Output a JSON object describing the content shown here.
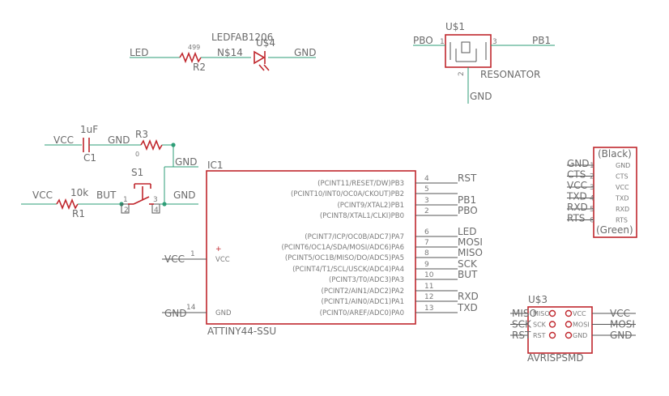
{
  "led_section": {
    "net_left": "LED",
    "res_value": "499",
    "res_name": "R2",
    "net_mid": "N$14",
    "led_value": "LEDFAB1206",
    "led_name": "U$4",
    "net_right": "GND"
  },
  "resonator": {
    "name": "U$1",
    "value": "RESONATOR",
    "net_left": "PBO",
    "net_right": "PB1",
    "net_bottom": "GND",
    "pin1": "1",
    "pin2": "2",
    "pin3": "3"
  },
  "cap_row": {
    "net_left": "VCC",
    "cap_value": "1uF",
    "cap_name": "C1",
    "net_mid": "GND",
    "res_name": "R3",
    "res_value": "0"
  },
  "button_row": {
    "net_left": "VCC",
    "res_value": "10k",
    "res_name": "R1",
    "net_mid": "BUT",
    "switch_name": "S1",
    "sw_p1": "1",
    "sw_p2": "2",
    "sw_p3": "3",
    "sw_p4": "4",
    "gnd_top": "GND",
    "gnd_right": "GND"
  },
  "ic": {
    "name": "IC1",
    "value": "ATTINY44-SSU",
    "vcc_pin_label": "VCC",
    "gnd_pin_label": "GND",
    "vcc_pin_num": "1",
    "gnd_pin_num": "14",
    "vcc_net": "VCC",
    "gnd_net": "GND",
    "pins": [
      {
        "label": "(PCINT11/RESET/DW)PB3",
        "num": "4",
        "net": "RST"
      },
      {
        "label": "(PCINT10/INT0/OC0A/CKOUT)PB2",
        "num": "5",
        "net": ""
      },
      {
        "label": "(PCINT9/XTAL2)PB1",
        "num": "3",
        "net": "PB1"
      },
      {
        "label": "(PCINT8/XTAL1/CLKI)PB0",
        "num": "2",
        "net": "PBO"
      },
      {
        "label": "(PCINT7/ICP/OC0B/ADC7)PA7",
        "num": "6",
        "net": "LED"
      },
      {
        "label": "(PCINT6/OC1A/SDA/MOSI/ADC6)PA6",
        "num": "7",
        "net": "MOSI"
      },
      {
        "label": "(PCINT5/OC1B/MISO/DO/ADC5)PA5",
        "num": "8",
        "net": "MISO"
      },
      {
        "label": "(PCINT4/T1/SCL/USCK/ADC4)PA4",
        "num": "9",
        "net": "SCK"
      },
      {
        "label": "(PCINT3/T0/ADC3)PA3",
        "num": "10",
        "net": "BUT"
      },
      {
        "label": "(PCINT2/AIN1/ADC2)PA2",
        "num": "11",
        "net": ""
      },
      {
        "label": "(PCINT1/AIN0/ADC1)PA1",
        "num": "12",
        "net": "RXD"
      },
      {
        "label": "(PCINT0/AREF/ADC0)PA0",
        "num": "13",
        "net": "TXD"
      }
    ]
  },
  "ftdi": {
    "top_label": "(Black)",
    "bottom_label": "(Green)",
    "pins": [
      {
        "net": "GND",
        "num": "1",
        "label": "GND"
      },
      {
        "net": "CTS",
        "num": "2",
        "label": "CTS"
      },
      {
        "net": "VCC",
        "num": "3",
        "label": "VCC"
      },
      {
        "net": "TXD",
        "num": "4",
        "label": "TXD"
      },
      {
        "net": "RXD",
        "num": "5",
        "label": "RXD"
      },
      {
        "net": "RTS",
        "num": "6",
        "label": "RTS"
      }
    ]
  },
  "isp": {
    "name": "U$3",
    "value": "AVRISPSMD",
    "left_nets": [
      "MISO",
      "SCK",
      "RST"
    ],
    "left_labels": [
      "MISO",
      "SCK",
      "RST"
    ],
    "right_labels": [
      "VCC",
      "MOSI",
      "GND"
    ],
    "right_nets": [
      "VCC",
      "MOSI",
      "GND"
    ]
  }
}
